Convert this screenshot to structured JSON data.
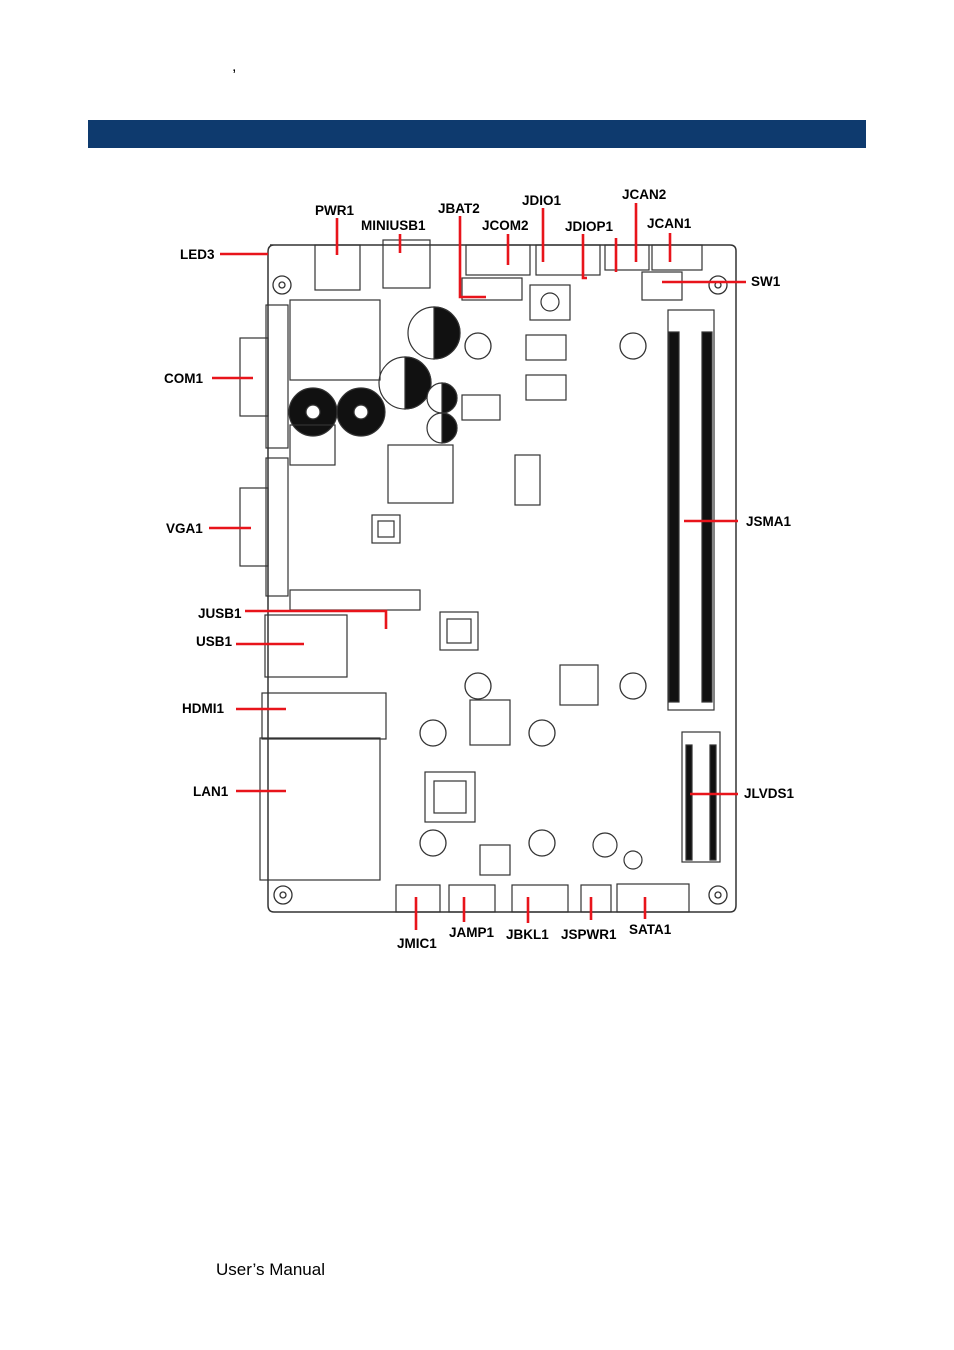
{
  "page": {
    "apostrophe": ",",
    "footer": "User’s Manual"
  },
  "colors": {
    "header_bar": "#0e3a6e",
    "callout_line": "#e8141b",
    "board_outline": "#333333"
  },
  "labels": {
    "pwr1": "PWR1",
    "miniusb1": "MINIUSB1",
    "jbat2": "JBAT2",
    "jcom2": "JCOM2",
    "jdio1": "JDIO1",
    "jdiop1": "JDIOP1",
    "jcan2": "JCAN2",
    "jcan1": "JCAN1",
    "led3": "LED3",
    "sw1": "SW1",
    "com1": "COM1",
    "vga1": "VGA1",
    "jsma1": "JSMA1",
    "jusb1": "JUSB1",
    "usb1": "USB1",
    "hdmi1": "HDMI1",
    "lan1": "LAN1",
    "jlvds1": "JLVDS1",
    "jmic1": "JMIC1",
    "jamp1": "JAMP1",
    "jbkl1": "JBKL1",
    "jspwr1": "JSPWR1",
    "sata1": "SATA1"
  }
}
